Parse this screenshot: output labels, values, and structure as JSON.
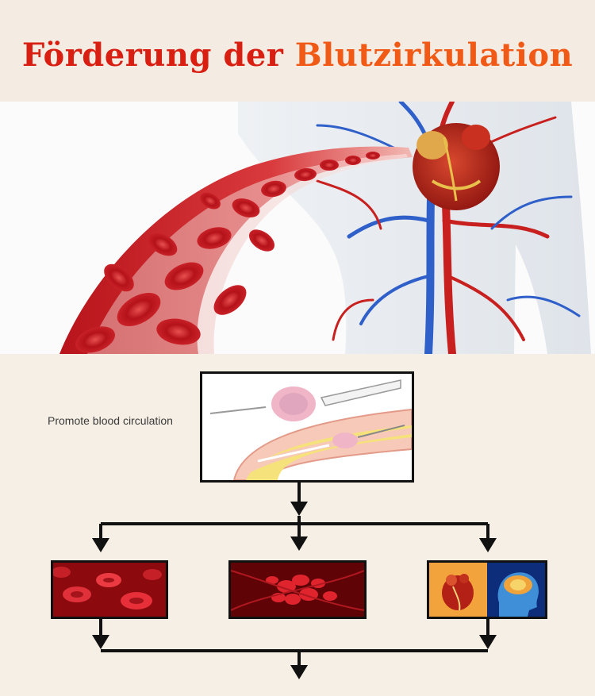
{
  "header": {
    "title_part1": "Förderung der",
    "title_part2": "Blutzirkulation"
  },
  "colors": {
    "title_red": "#d91f12",
    "title_orange": "#f05a16",
    "background": "#f5eee5"
  },
  "flowchart": {
    "top_label": "Promote blood circulation"
  },
  "icons": [
    "heart-icon",
    "brain-icon",
    "arrow-down-icon",
    "blood-vessel-icon"
  ]
}
